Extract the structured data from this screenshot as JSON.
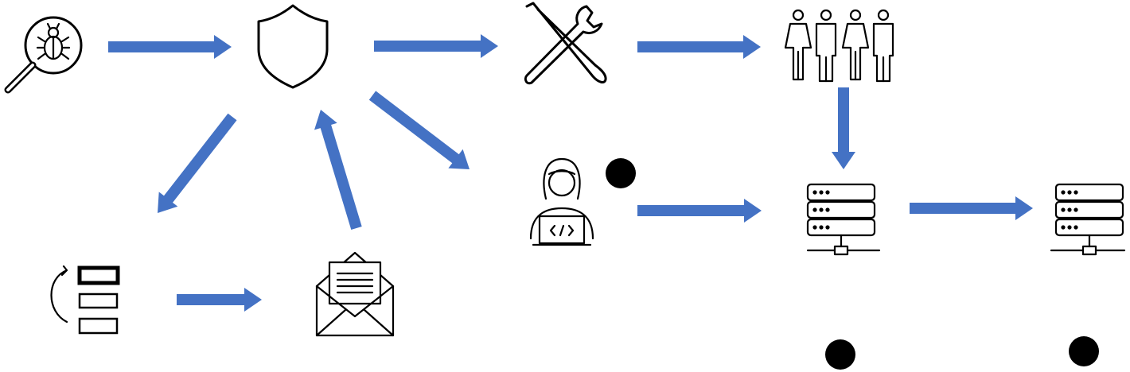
{
  "diagram": {
    "arrow_color": "#4472C4",
    "nodes": [
      {
        "id": "bug-search",
        "icon": "bug-magnifier-icon"
      },
      {
        "id": "security",
        "icon": "shield-icon"
      },
      {
        "id": "tools",
        "icon": "wrench-screwdriver-icon"
      },
      {
        "id": "users",
        "icon": "group-of-people-icon"
      },
      {
        "id": "priority-list",
        "icon": "reorder-list-icon"
      },
      {
        "id": "report",
        "icon": "envelope-document-icon"
      },
      {
        "id": "developer",
        "icon": "developer-laptop-icon"
      },
      {
        "id": "server-a",
        "icon": "server-icon"
      },
      {
        "id": "server-b",
        "icon": "server-icon"
      }
    ],
    "edges": [
      {
        "from": "bug-search",
        "to": "security"
      },
      {
        "from": "security",
        "to": "tools"
      },
      {
        "from": "tools",
        "to": "users"
      },
      {
        "from": "users",
        "to": "server-a"
      },
      {
        "from": "security",
        "to": "priority-list"
      },
      {
        "from": "report",
        "to": "security"
      },
      {
        "from": "security",
        "to": "developer"
      },
      {
        "from": "priority-list",
        "to": "report"
      },
      {
        "from": "developer",
        "to": "server-a"
      },
      {
        "from": "server-a",
        "to": "server-b"
      }
    ],
    "markers": [
      {
        "id": "dot-developer",
        "color": "#000000"
      },
      {
        "id": "dot-server-a",
        "color": "#000000"
      },
      {
        "id": "dot-server-b",
        "color": "#000000"
      }
    ]
  }
}
